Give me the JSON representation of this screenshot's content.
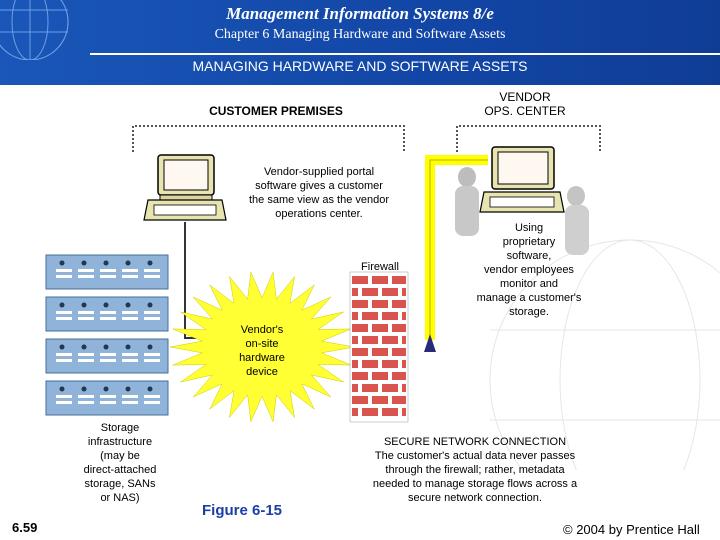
{
  "header": {
    "course": "Management Information Systems 8/e",
    "chapter": "Chapter 6 Managing Hardware and Software Assets",
    "title": "MANAGING HARDWARE AND SOFTWARE ASSETS"
  },
  "diagram": {
    "customer_premises": "CUSTOMER PREMISES",
    "vendor_center_line1": "VENDOR",
    "vendor_center_line2": "OPS. CENTER",
    "portal_text": [
      "Vendor-supplied portal",
      "software gives a customer",
      "the same view as the vendor",
      "operations center."
    ],
    "firewall": "Firewall",
    "vendor_text": [
      "Using",
      "proprietary",
      "software,",
      "vendor employees",
      "monitor and",
      "manage a customer's",
      "storage."
    ],
    "device_text": [
      "Vendor's",
      "on-site",
      "hardware",
      "device"
    ],
    "storage_text": [
      "Storage",
      "infrastructure",
      "(may be",
      "direct-attached",
      "storage, SANs",
      "or NAS)"
    ],
    "secure_text": [
      "SECURE NETWORK CONNECTION",
      "The customer's actual data never passes",
      "through the firewall; rather, metadata",
      "needed to manage storage flows across a",
      "secure network connection."
    ]
  },
  "footer": {
    "figure": "Figure 6-15",
    "slide_number": "6.59",
    "copyright": "© 2004 by Prentice Hall"
  },
  "colors": {
    "banner": "#1246a6",
    "starburst": "#ffff33",
    "connection": "#ffff00",
    "brick": "#d9534f",
    "figure_label": "#1a3fa6"
  }
}
